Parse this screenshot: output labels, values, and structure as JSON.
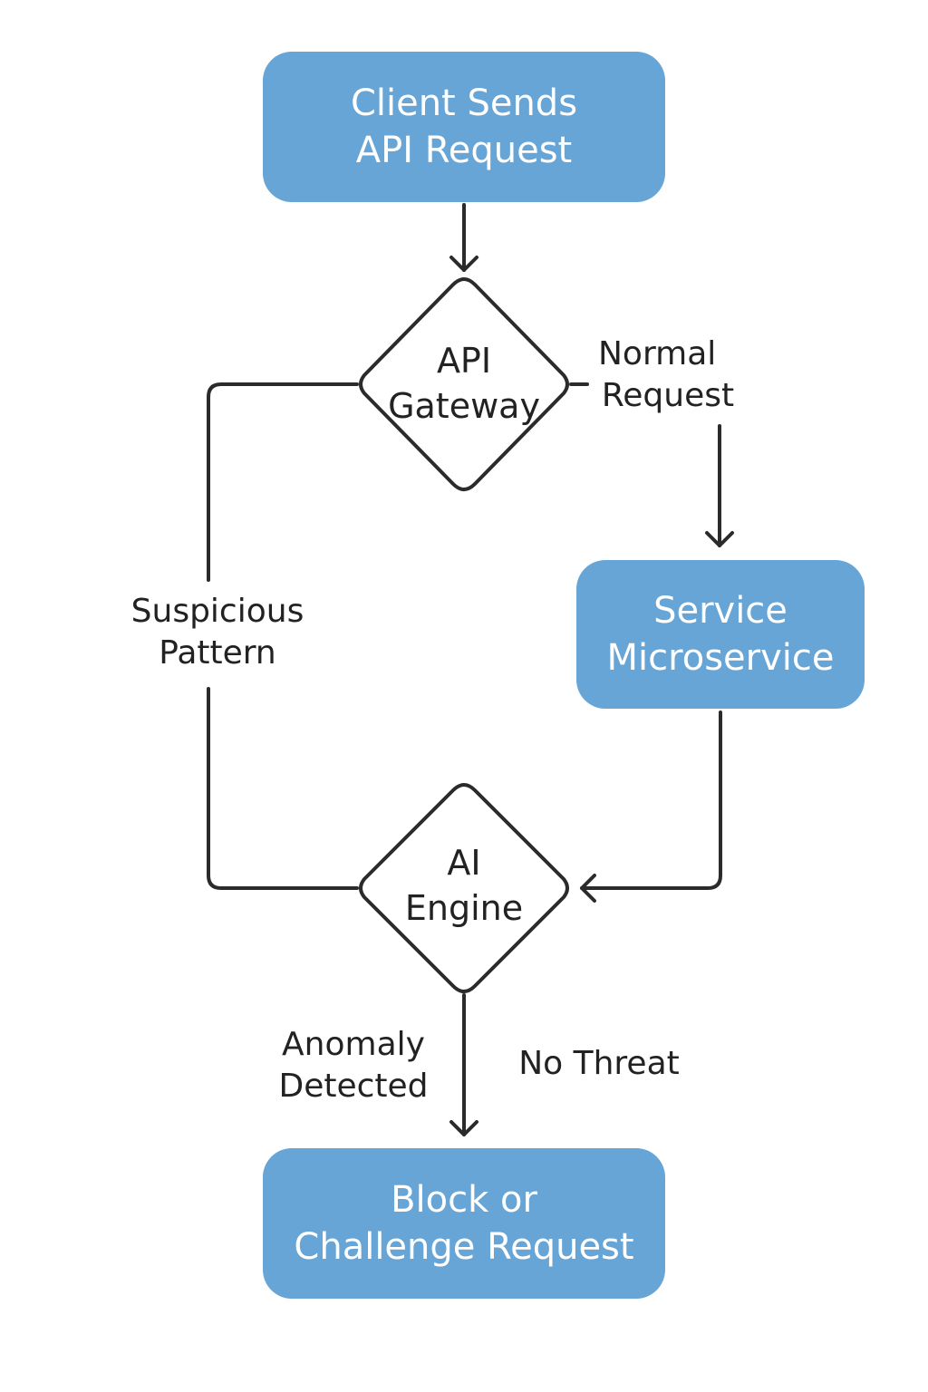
{
  "colors": {
    "node_fill": "#67a5d6",
    "node_text": "#ffffff",
    "line": "#2b2b2b",
    "text": "#222222"
  },
  "nodes": {
    "client": {
      "line1": "Client Sends",
      "line2": "API Request"
    },
    "gateway": {
      "line1": "API",
      "line2": "Gateway"
    },
    "service": {
      "line1": "Service",
      "line2": "Microservice"
    },
    "ai_engine": {
      "line1": "AI",
      "line2": "Engine"
    },
    "block": {
      "line1": "Block or",
      "line2": "Challenge Request"
    }
  },
  "edges": {
    "normal_request": {
      "line1": "Normal",
      "line2": "Request"
    },
    "suspicious_pattern": {
      "line1": "Suspicious",
      "line2": "Pattern"
    },
    "anomaly_detected": {
      "line1": "Anomaly",
      "line2": "Detected"
    },
    "no_threat": {
      "line1": "No Threat"
    }
  }
}
